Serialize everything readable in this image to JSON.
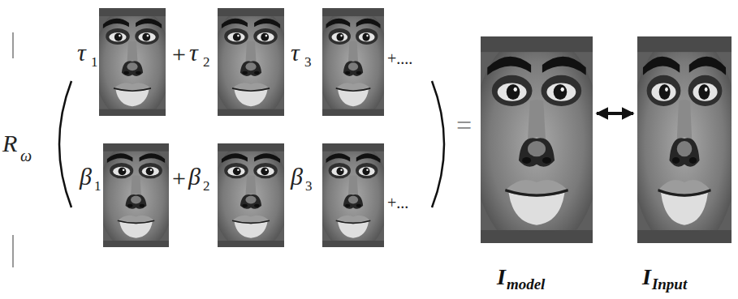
{
  "diagram": {
    "nodes": [
      {
        "text": [
          "I",
          "model"
        ]
      },
      {
        "text": [
          "I",
          "Input"
        ]
      }
    ],
    "edges": [
      {
        "from": 0,
        "to": 1,
        "arrow": "both"
      }
    ],
    "labels": [
      "R",
      "ω",
      "τ",
      "1",
      "+",
      "τ",
      "2",
      "τ",
      "3",
      "+....",
      "β",
      "1",
      "+",
      "β",
      "2",
      "β",
      "3",
      "+...",
      "="
    ]
  }
}
